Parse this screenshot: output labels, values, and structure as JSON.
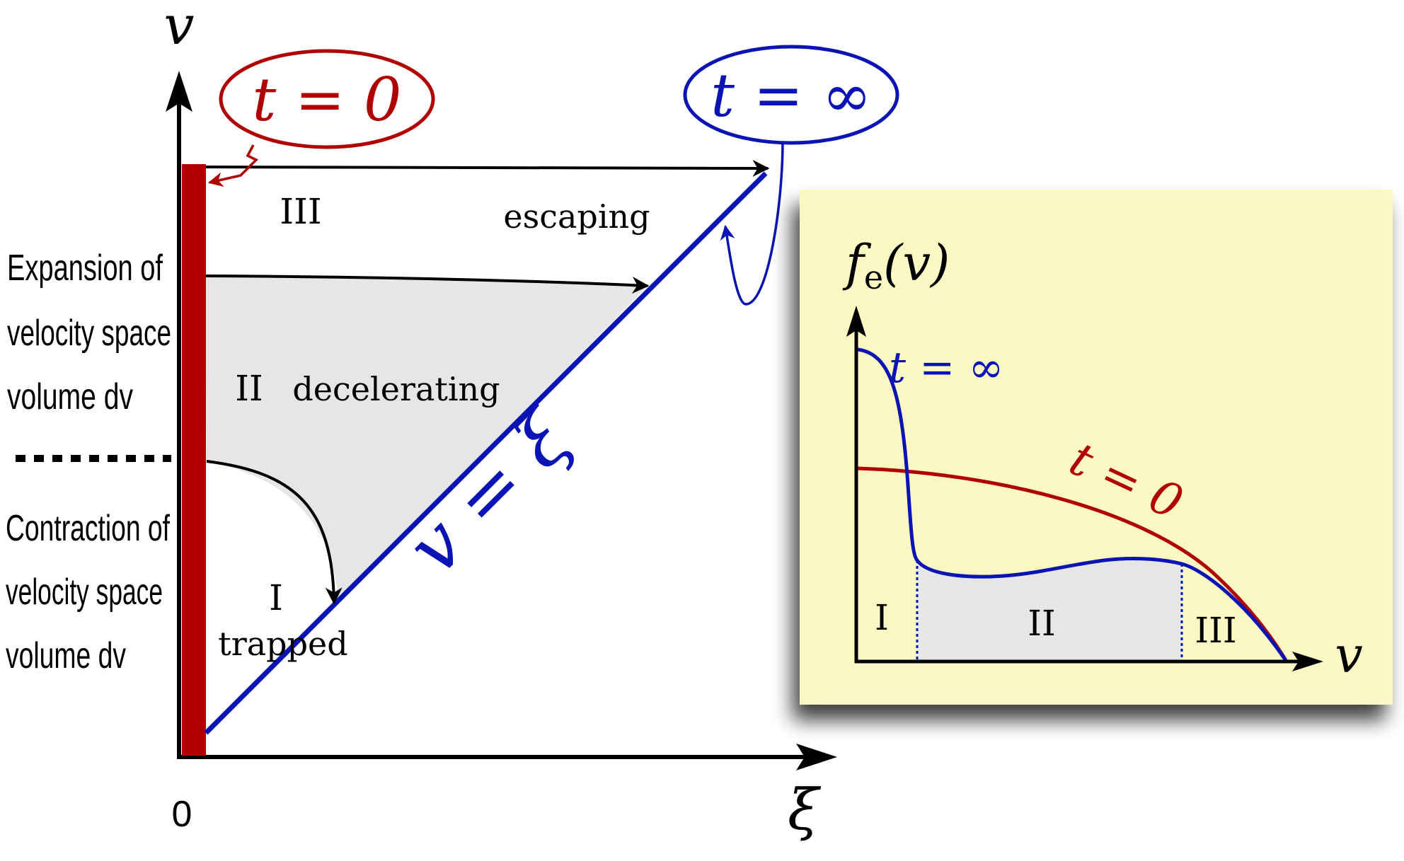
{
  "axes": {
    "vertical_label": "v",
    "horizontal_label": "ξ",
    "origin_label": "0",
    "diagonal_label": "v = ξ"
  },
  "callouts": {
    "initial": {
      "text": "t = 0",
      "color": "#b00000"
    },
    "final": {
      "text": "t = ∞",
      "color": "#0a14b4"
    }
  },
  "regions": [
    {
      "numeral": "III",
      "description": "escaping"
    },
    {
      "numeral": "II",
      "description": "decelerating"
    },
    {
      "numeral": "I",
      "description": "trapped"
    }
  ],
  "side_text": {
    "expansion": [
      "Expansion of",
      "velocity space",
      "volume dv"
    ],
    "contraction": [
      "Contraction of",
      "velocity space",
      "volume dv"
    ]
  },
  "inset": {
    "ylabel": "fe(v)",
    "xlabel": "v",
    "curve_initial_label": "t = 0",
    "curve_final_label": "t = ∞",
    "region_labels": [
      "I",
      "II",
      "III"
    ],
    "background": "#fcf8c4",
    "shade": "#e6e6e6"
  },
  "colors": {
    "red": "#b00000",
    "blue": "#0a14b4",
    "shade": "#e6e6e6",
    "black": "#000000"
  }
}
